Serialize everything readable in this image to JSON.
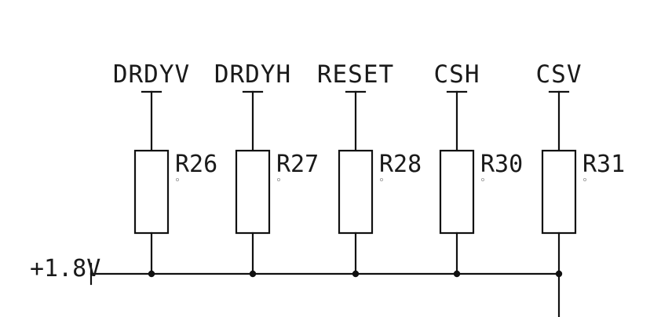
{
  "supply": {
    "label": "+1.8V"
  },
  "resistors": [
    {
      "ref": "R26",
      "net": "DRDYV"
    },
    {
      "ref": "R27",
      "net": "DRDYH"
    },
    {
      "ref": "R28",
      "net": "RESET"
    },
    {
      "ref": "R30",
      "net": "CSH"
    },
    {
      "ref": "R31",
      "net": "CSV"
    }
  ],
  "colors": {
    "ink": "#111111",
    "background": "#ffffff"
  }
}
